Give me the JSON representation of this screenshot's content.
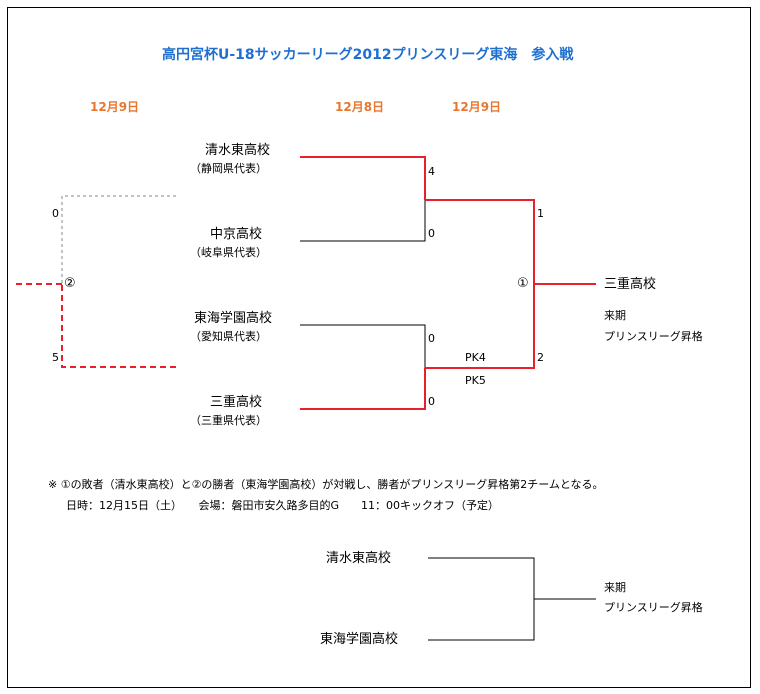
{
  "title": "高円宮杯U-18サッカーリーグ2012プリンスリーグ東海　参入戦",
  "dates": {
    "left": "12月9日",
    "mid": "12月8日",
    "right": "12月9日"
  },
  "teams": [
    {
      "name": "清水東高校",
      "rep": "（静岡県代表）"
    },
    {
      "name": "中京高校",
      "rep": "（岐阜県代表）"
    },
    {
      "name": "東海学園高校",
      "rep": "（愛知県代表）"
    },
    {
      "name": "三重高校",
      "rep": "（三重県代表）"
    }
  ],
  "scores": {
    "s1_top": "4",
    "s1_bottom": "0",
    "s2_top": "0",
    "s2_bottom": "0",
    "pk_top": "PK4",
    "pk_bottom": "PK5",
    "final_top": "1",
    "final_bottom": "2",
    "left_top": "0",
    "left_bottom": "5"
  },
  "markers": {
    "m1": "①",
    "m2": "②"
  },
  "winner": {
    "name": "三重高校",
    "line1": "来期",
    "line2": "プリンスリーグ昇格"
  },
  "note": {
    "line1": "※ ①の敗者（清水東高校）と②の勝者（東海学園高校）が対戦し、勝者がプリンスリーグ昇格第2チームとなる。",
    "line2": "日時：12月15日（土）　　会場：磐田市安久路多目的G　　11：00キックオフ（予定）"
  },
  "playoff": {
    "top": "清水東高校",
    "bottom": "東海学園高校",
    "line1": "来期",
    "line2": "プリンスリーグ昇格"
  },
  "colors": {
    "title": "#1f6fd1",
    "date": "#e8772e",
    "winner_path": "#e8202a",
    "line": "#000000",
    "dashed": "#888888"
  }
}
